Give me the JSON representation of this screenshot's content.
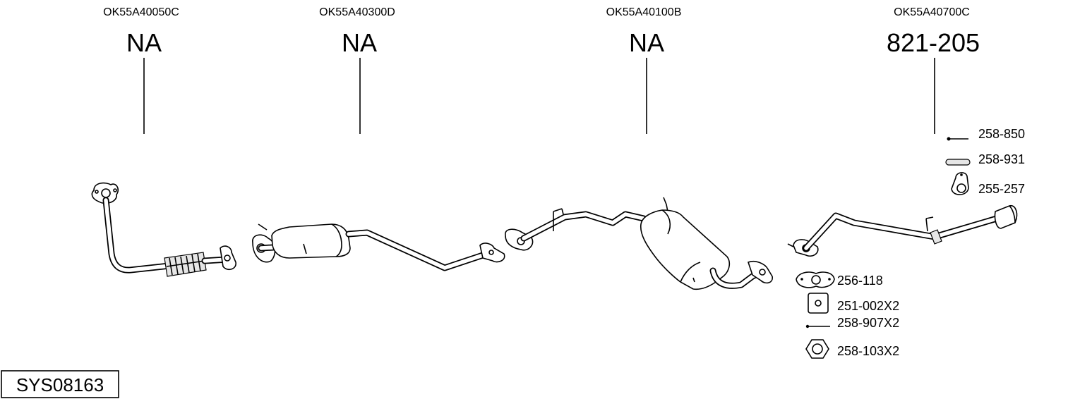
{
  "sections": [
    {
      "oem": "OK55A40050C",
      "number": "NA"
    },
    {
      "oem": "OK55A40300D",
      "number": "NA"
    },
    {
      "oem": "OK55A40100B",
      "number": "NA"
    },
    {
      "oem": "OK55A40700C",
      "number": "821-205"
    }
  ],
  "accessories": [
    {
      "code": "258-850",
      "icon": "bolt-icon"
    },
    {
      "code": "258-931",
      "icon": "sleeve-icon"
    },
    {
      "code": "255-257",
      "icon": "rubber-hanger-icon"
    },
    {
      "code": "256-118",
      "icon": "gasket-icon"
    },
    {
      "code": "251-002X2",
      "icon": "square-washer-icon"
    },
    {
      "code": "258-907X2",
      "icon": "long-bolt-icon"
    },
    {
      "code": "258-103X2",
      "icon": "hex-nut-icon"
    }
  ],
  "system_code": "SYS08163"
}
